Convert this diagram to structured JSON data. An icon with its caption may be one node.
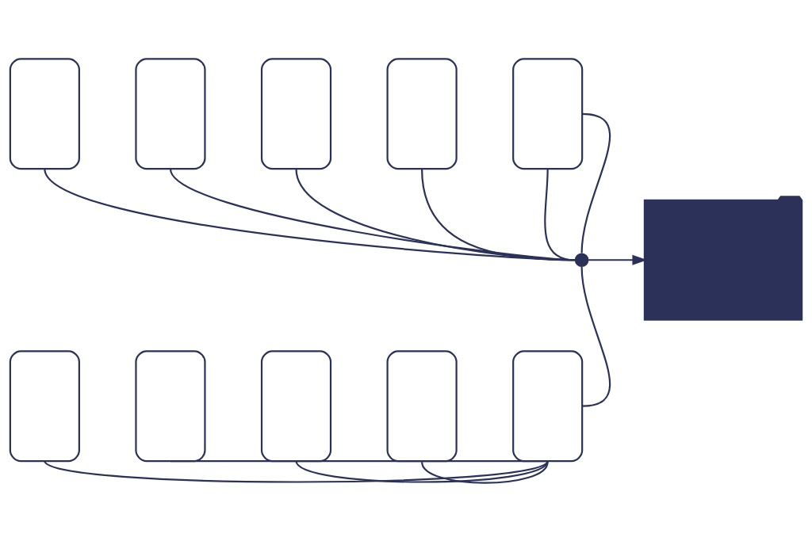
{
  "diagram": {
    "nodes": [
      {
        "text": [],
        "shape": "box"
      },
      {
        "text": [],
        "shape": "box"
      },
      {
        "text": [],
        "shape": "box"
      },
      {
        "text": [],
        "shape": "box"
      },
      {
        "text": [],
        "shape": "box"
      },
      {
        "text": [],
        "shape": "box"
      },
      {
        "text": [],
        "shape": "box"
      },
      {
        "text": [],
        "shape": "box"
      },
      {
        "text": [],
        "shape": "box"
      },
      {
        "text": [],
        "shape": "box"
      },
      {
        "text": [],
        "shape": "circle"
      },
      {
        "text": [],
        "shape": "folder"
      }
    ],
    "edges": [
      {
        "from": 0,
        "to": 10,
        "arrow": "none"
      },
      {
        "from": 1,
        "to": 10,
        "arrow": "none"
      },
      {
        "from": 2,
        "to": 10,
        "arrow": "none"
      },
      {
        "from": 3,
        "to": 10,
        "arrow": "none"
      },
      {
        "from": 4,
        "to": 10,
        "arrow": "none"
      },
      {
        "from": 4,
        "to": 10,
        "arrow": "none"
      },
      {
        "from": 5,
        "to": 9,
        "arrow": "none"
      },
      {
        "from": 6,
        "to": 9,
        "arrow": "none"
      },
      {
        "from": 7,
        "to": 9,
        "arrow": "none"
      },
      {
        "from": 8,
        "to": 9,
        "arrow": "none"
      },
      {
        "from": 9,
        "to": 10,
        "arrow": "none"
      },
      {
        "from": 10,
        "to": 11,
        "arrow": "to"
      }
    ]
  }
}
